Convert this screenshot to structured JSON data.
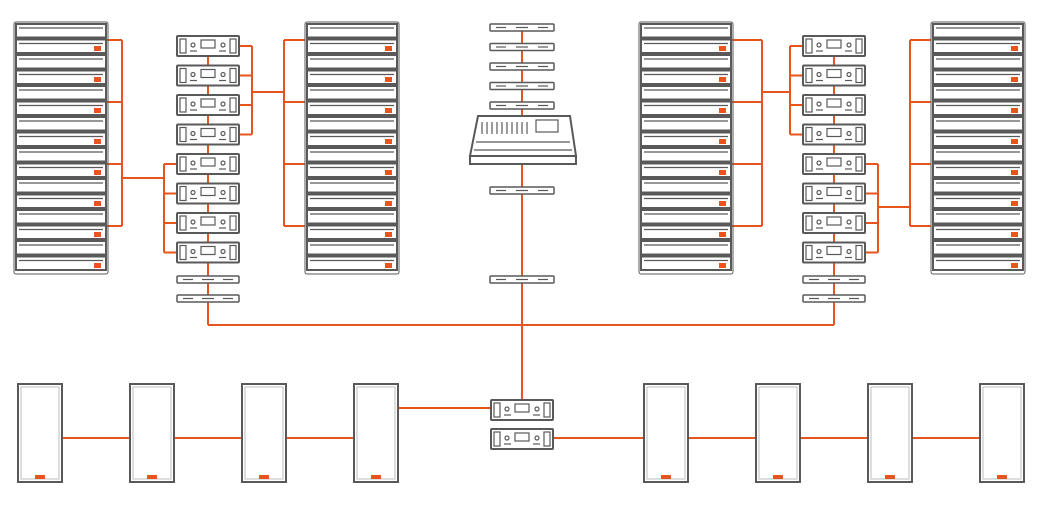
{
  "colors": {
    "wire": "#e8541d",
    "outline": "#595959",
    "accent": "#e8541d",
    "background": "#ffffff"
  },
  "components": {
    "line_array_left_outer_modules": 16,
    "line_array_left_inner_modules": 16,
    "line_array_right_inner_modules": 16,
    "line_array_right_outer_modules": 16,
    "amplifiers_per_side": 8,
    "processors_above_console": 5,
    "subwoofer_cabinets": 8,
    "sub_amplifiers": 2,
    "icons": [
      "line-array-icon",
      "amplifier-icon",
      "mixing-console-icon",
      "processor-icon",
      "network-switch-icon",
      "subwoofer-icon"
    ]
  }
}
